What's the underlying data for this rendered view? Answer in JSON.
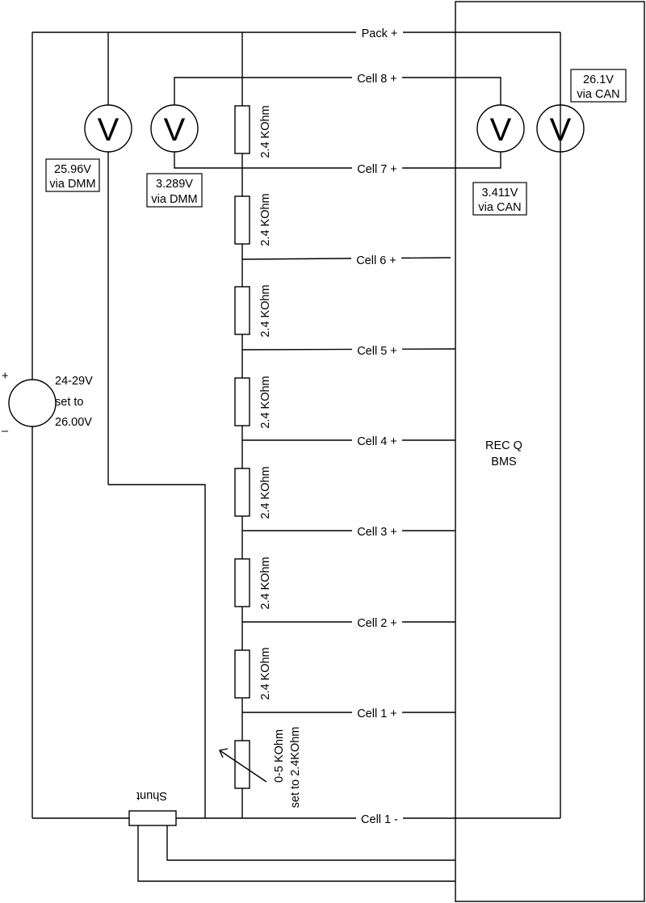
{
  "labels": {
    "pack_plus": "Pack +",
    "cell8_plus": "Cell 8 +",
    "cell7_plus": "Cell 7 +",
    "cell6_plus": "Cell 6 +",
    "cell5_plus": "Cell 5 +",
    "cell4_plus": "Cell 4 +",
    "cell3_plus": "Cell 3 +",
    "cell2_plus": "Cell 2 +",
    "cell1_plus": "Cell 1 +",
    "cell1_minus": "Cell 1 -",
    "bms_line1": "REC Q",
    "bms_line2": "BMS",
    "resistor": "2.4 KOhm",
    "pot_line1": "0-5 KOhm",
    "pot_line2": "set to 2.4KOhm",
    "shunt": "Shunt",
    "source_line1": "24-29V",
    "source_line2": "set to",
    "source_line3": "26.00V",
    "source_plus": "+",
    "source_minus": "–",
    "voltmeter_symbol": "V"
  },
  "readings": {
    "pack_dmm_value": "25.96V",
    "pack_dmm_source": "via DMM",
    "cell8_dmm_value": "3.289V",
    "cell8_dmm_source": "via DMM",
    "cell8_can_value": "3.411V",
    "cell8_can_source": "via CAN",
    "pack_can_value": "26.1V",
    "pack_can_source": "via CAN"
  }
}
